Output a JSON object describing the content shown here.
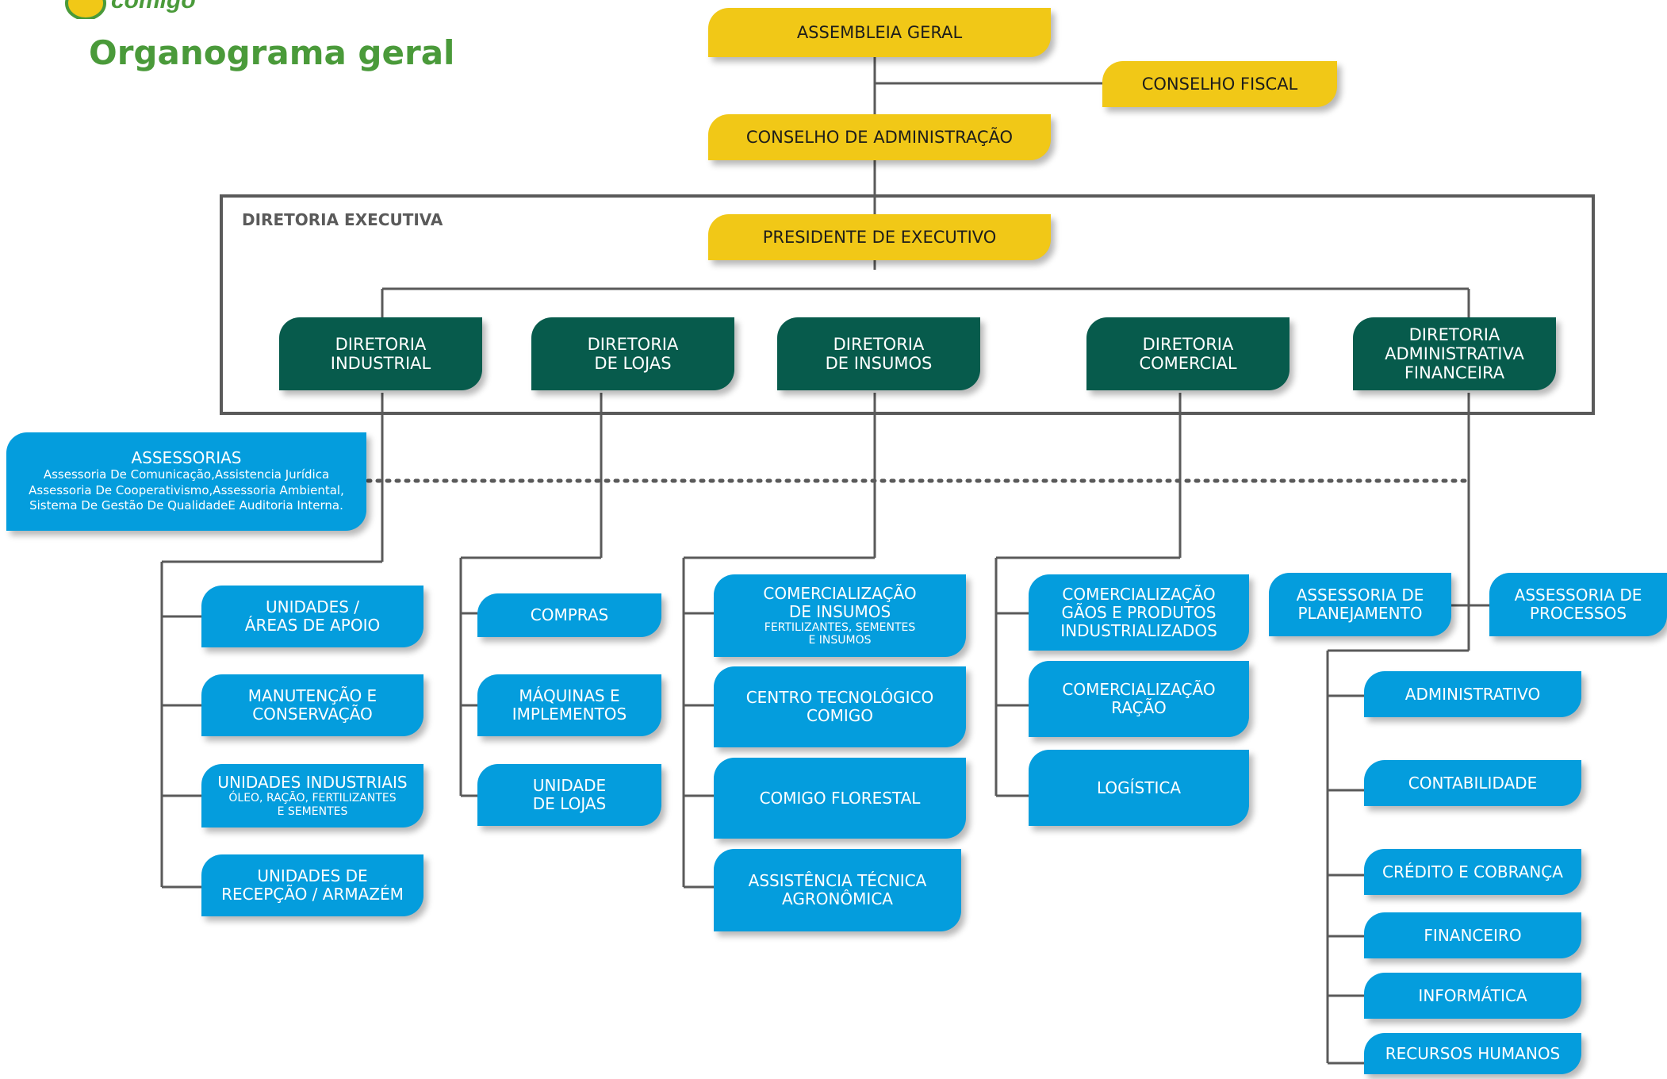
{
  "header": {
    "title": "Organograma geral",
    "logo_text": "comigo"
  },
  "colors": {
    "yellow": "#f1c817",
    "dark_green": "#075b4c",
    "blue": "#049ddd",
    "title_green": "#4a9a3a",
    "line_gray": "#5a5a5a"
  },
  "top": {
    "assembleia": "ASSEMBLEIA GERAL",
    "conselho_fiscal": "CONSELHO FISCAL",
    "conselho_admin": "CONSELHO DE ADMINISTRAÇÃO"
  },
  "executive": {
    "label": "DIRETORIA EXECUTIVA",
    "presidente": "PRESIDENTE DE EXECUTIVO",
    "directorates": {
      "industrial": "DIRETORIA\nINDUSTRIAL",
      "lojas": "DIRETORIA\nDE LOJAS",
      "insumos": "DIRETORIA\nDE INSUMOS",
      "comercial": "DIRETORIA\nCOMERCIAL",
      "admfin": "DIRETORIA\nADMINISTRATIVA\nFINANCEIRA"
    }
  },
  "assessorias": {
    "title": "ASSESSORIAS",
    "text": "Assessoria De Comunicação,Assistencia Jurídica\nAssessoria De Cooperativismo,Assessoria Ambiental,\nSistema De Gestão De QualidadeE Auditoria Interna."
  },
  "industrial": {
    "apoio": "UNIDADES /\nÁREAS DE APOIO",
    "manutencao": "MANUTENÇÃO E\nCONSERVAÇÃO",
    "industriais": "UNIDADES INDUSTRIAIS",
    "industriais_sub": "ÓLEO, RAÇÃO, FERTILIZANTES\nE SEMENTES",
    "recepcao": "UNIDADES DE\nRECEPÇÃO / ARMAZÉM"
  },
  "lojas": {
    "compras": "COMPRAS",
    "maquinas": "MÁQUINAS E\nIMPLEMENTOS",
    "unidade": "UNIDADE\nDE LOJAS"
  },
  "insumos": {
    "comercializacao": "COMERCIALIZAÇÃO\nDE INSUMOS",
    "comercializacao_sub": "FERTILIZANTES, SEMENTES\nE INSUMOS",
    "centro": "CENTRO TECNOLÓGICO\nCOMIGO",
    "florestal": "COMIGO FLORESTAL",
    "assistencia": "ASSISTÊNCIA TÉCNICA\nAGRONÔMICA"
  },
  "comercial": {
    "graos": "COMERCIALIZAÇÃO\nGÃOS E PRODUTOS\nINDUSTRIALIZADOS",
    "racao": "COMERCIALIZAÇÃO\nRAÇÃO",
    "logistica": "LOGÍSTICA"
  },
  "admfin": {
    "planejamento": "ASSESSORIA DE\nPLANEJAMENTO",
    "processos": "ASSESSORIA DE\nPROCESSOS",
    "administrativo": "ADMINISTRATIVO",
    "contabilidade": "CONTABILIDADE",
    "credito": "CRÉDITO E COBRANÇA",
    "financeiro": "FINANCEIRO",
    "informatica": "INFORMÁTICA",
    "rh": "RECURSOS HUMANOS"
  }
}
